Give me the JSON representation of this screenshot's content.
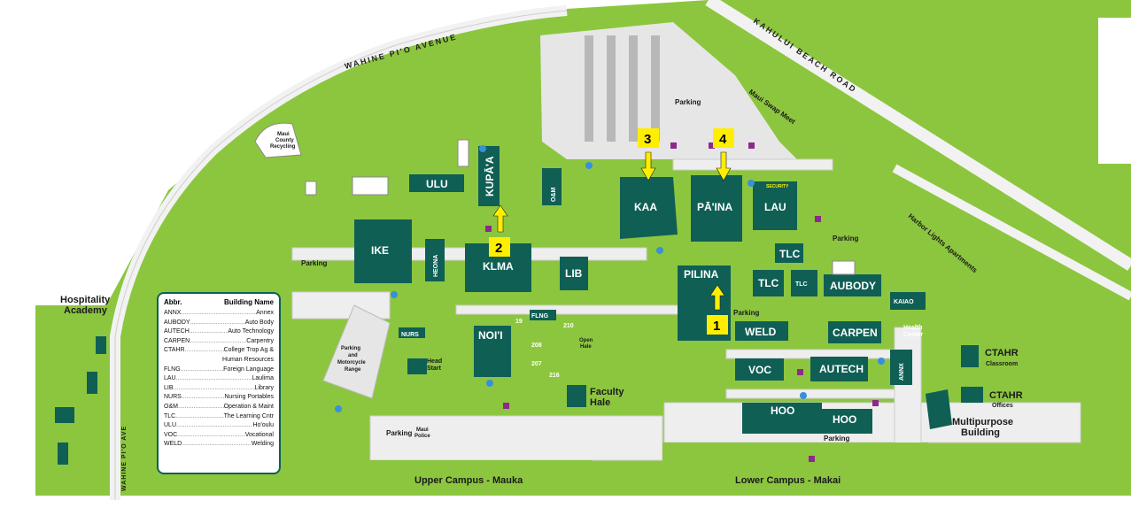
{
  "roads": {
    "wahine_avenue": "WAHINE PI'O AVENUE",
    "wahine_vertical": "WAHINE PI'O AVE",
    "kahului": "KAHULUI BEACH ROAD"
  },
  "areas": {
    "hospitality": "Hospitality Academy",
    "hospitality_line1": "Hospitality",
    "hospitality_line2": "Academy",
    "upper_campus": "Upper Campus - Mauka",
    "lower_campus": "Lower Campus - Makai",
    "harbor_lights": "Harbor Lights Apartments",
    "swap_meet": "Maui Swap Meet",
    "maui_recycling": [
      "Maui",
      "County",
      "Recycling"
    ],
    "parking_motorcycle": [
      "Parking",
      "and",
      "Motorcycle",
      "Range"
    ],
    "head_start": [
      "Head",
      "Start"
    ],
    "maui_police": [
      "Maui",
      "Police"
    ],
    "open_hale": [
      "Open",
      "Hale"
    ],
    "faculty_hale": [
      "Faculty",
      "Hale"
    ],
    "multipurpose": [
      "Multipurpose",
      "Building"
    ],
    "health_center": [
      "Health",
      "Center"
    ],
    "security": "SECURITY",
    "parking": "Parking"
  },
  "buildings": {
    "ulu": "ULU",
    "kupaa": "KUPĀ'A",
    "om": "O&M",
    "kaa": "KAA",
    "paina": "PĀ'INA",
    "lau": "LAU",
    "ike": "IKE",
    "heona": "HEONA",
    "klma": "KLMA",
    "lib": "LIB",
    "pilina": "PILINA",
    "tlc1": "TLC",
    "tlc2": "TLC",
    "tlc3": "TLC",
    "aubody": "AUBODY",
    "kaiao": "KAIAO",
    "weld": "WELD",
    "carpen": "CARPEN",
    "voc": "VOC",
    "autech": "AUTECH",
    "annx": "ANNX",
    "hoo1": "HOO",
    "hoo2": "HOO",
    "nurs": "NURS",
    "noi": "NOI'I",
    "flng": "FLNG",
    "ctahr1": "CTAHR",
    "ctahr1_sub": "Classroom",
    "ctahr2": "CTAHR",
    "ctahr2_sub": "Offices",
    "n19": "19",
    "n210": "210",
    "n208": "208",
    "n207": "207",
    "n216": "216"
  },
  "markers": [
    {
      "num": "1"
    },
    {
      "num": "2"
    },
    {
      "num": "3"
    },
    {
      "num": "4"
    }
  ],
  "legend": {
    "col1": "Abbr.",
    "col2": "Building Name",
    "rows": [
      {
        "abbr": "ANNX",
        "name": "Annex"
      },
      {
        "abbr": "AUBODY",
        "name": "Auto Body"
      },
      {
        "abbr": "AUTECH",
        "name": "Auto Technology"
      },
      {
        "abbr": "CARPEN",
        "name": "Carpentry"
      },
      {
        "abbr": "CTAHR",
        "name": "College Trop Ag &"
      },
      {
        "abbr": "",
        "name": "Human Resources"
      },
      {
        "abbr": "FLNG",
        "name": "Foreign Language"
      },
      {
        "abbr": "LAU",
        "name": "Laulima"
      },
      {
        "abbr": "LIB",
        "name": "Library"
      },
      {
        "abbr": "NURS",
        "name": "Nursing Portables"
      },
      {
        "abbr": "O&M",
        "name": "Operation & Maint"
      },
      {
        "abbr": "TLC",
        "name": "The Learning Cntr"
      },
      {
        "abbr": "ULU",
        "name": "Ho'oulu"
      },
      {
        "abbr": "VOC",
        "name": "Vocational"
      },
      {
        "abbr": "WELD",
        "name": "Welding"
      }
    ]
  },
  "colors": {
    "grass": "#8cc63f",
    "building": "#0f5f55",
    "road": "#f2f2f2",
    "marker": "#ffee00",
    "water_dot": "#3a8fd9",
    "parking_sq": "#8b2a8b"
  }
}
